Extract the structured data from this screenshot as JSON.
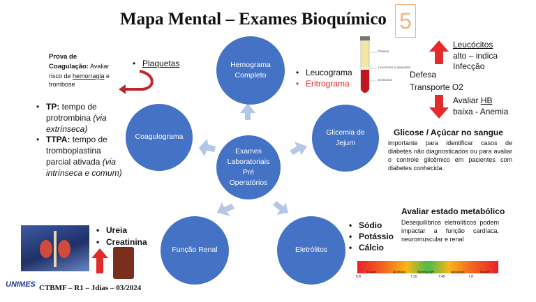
{
  "title": "Mapa Mental – Exames Bioquímico",
  "slide_number": "5",
  "center": {
    "line1": "Exames",
    "line2": "Laboratoriais",
    "line3": "Pré",
    "line4": "Operatórios"
  },
  "nodes": {
    "hemograma": {
      "line1": "Hemograma",
      "line2": "Completo"
    },
    "glicemia": {
      "line1": "Glicemia de",
      "line2": "Jejum"
    },
    "eletrolitos": "Eletrólitos",
    "funcao_renal": "Função Renal",
    "coagulograma": "Coagulograma"
  },
  "hemograma_items": {
    "leucograma": "Leucograma",
    "eritrograma": "Eritrograma"
  },
  "hemograma_notes": {
    "defesa": "Defesa",
    "transporte": "Transporte O2",
    "leucocitos": "Leucócitos",
    "leuco_alto": "alto – indica",
    "leuco_infeccao": "Infecção",
    "avaliar": "Avaliar",
    "hb": "HB",
    "baixa": "baixa - Anemia"
  },
  "tube_labels": {
    "plasma": "Plasma",
    "leucocitos": "Leucócitos e plaquetas",
    "eritrocitos": "Eritrócitos"
  },
  "glicemia_info": {
    "heading": "Glicose / Açúcar no sangue",
    "body": "importante para identificar casos de diabetes não diagnosticados ou para avaliar o controle glicêmico em pacientes com diabetes conhecida."
  },
  "eletrolitos_info": {
    "heading": "Avaliar estado metabólico",
    "body": "Desequilíbrios eletrolíticos podem impactar a função cardíaca, neuromuscular e renal",
    "items": [
      "Sódio",
      "Potássio",
      "Cálcio"
    ]
  },
  "ph_scale": {
    "labels": [
      "Death",
      "Acidosis",
      "Normal pH",
      "Alkalosis",
      "Death"
    ],
    "ticks": [
      "6.8",
      "7.35",
      "7.45",
      "7.8"
    ]
  },
  "renal_items": [
    "Ureia",
    "Creatinina"
  ],
  "coag": {
    "prova_title": "Prova de",
    "prova_title2": "Coagulação:",
    "prova_desc1": " Avaliar",
    "prova_desc2": "risco de ",
    "prova_desc_u": "hemorragia",
    "prova_desc3": " e",
    "prova_desc4": "trombose",
    "plaquetas": "Plaquetas",
    "tp_label": "TP:",
    "tp_text": " tempo de protrombina ",
    "tp_it": "(via extrínseca)",
    "ttpa_label": "TTPA:",
    "ttpa_text": " tempo de tromboplastina parcial ativada ",
    "ttpa_it": "(via intrínseca e comum)"
  },
  "footer": {
    "logo": "UNIMES",
    "text": "CTBMF – R1 – Jdias – 03/2024"
  },
  "colors": {
    "circle": "#4472c4",
    "arrow": "#b4c7e7",
    "red": "#e32b2b",
    "slide_number": "#f4b183"
  }
}
